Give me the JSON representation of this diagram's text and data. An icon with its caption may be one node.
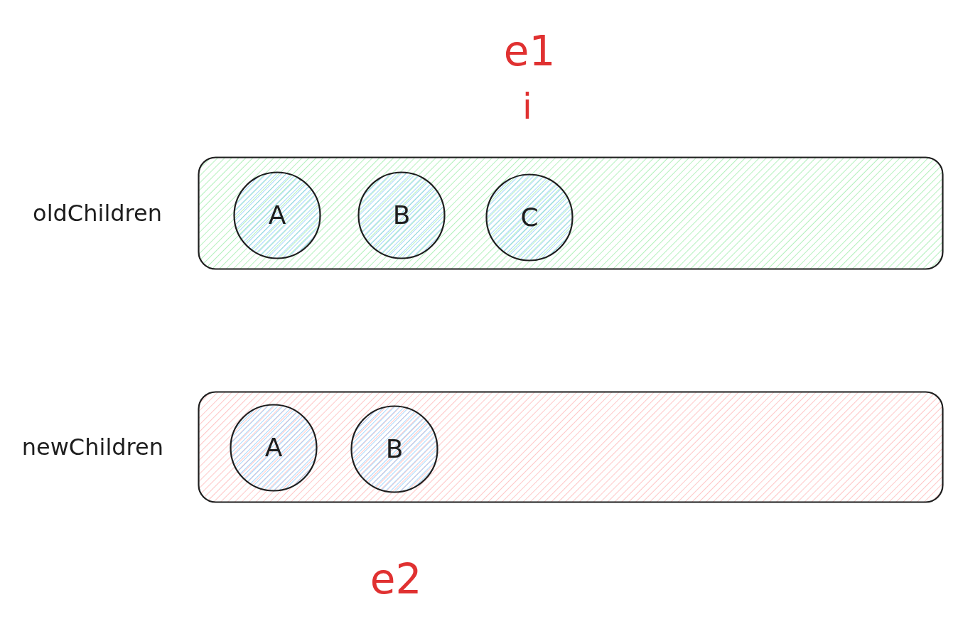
{
  "diagram": {
    "nodes": [
      {
        "text": [
          "oldChildren"
        ]
      },
      {
        "text": [
          "A"
        ],
        "in": 0
      },
      {
        "text": [
          "B"
        ],
        "in": 0
      },
      {
        "text": [
          "C"
        ],
        "in": 0
      },
      {
        "text": [
          "newChildren"
        ]
      },
      {
        "text": [
          "A"
        ],
        "in": 4
      },
      {
        "text": [
          "B"
        ],
        "in": 4
      }
    ],
    "labels": [
      "e1",
      "i",
      "e2"
    ]
  }
}
